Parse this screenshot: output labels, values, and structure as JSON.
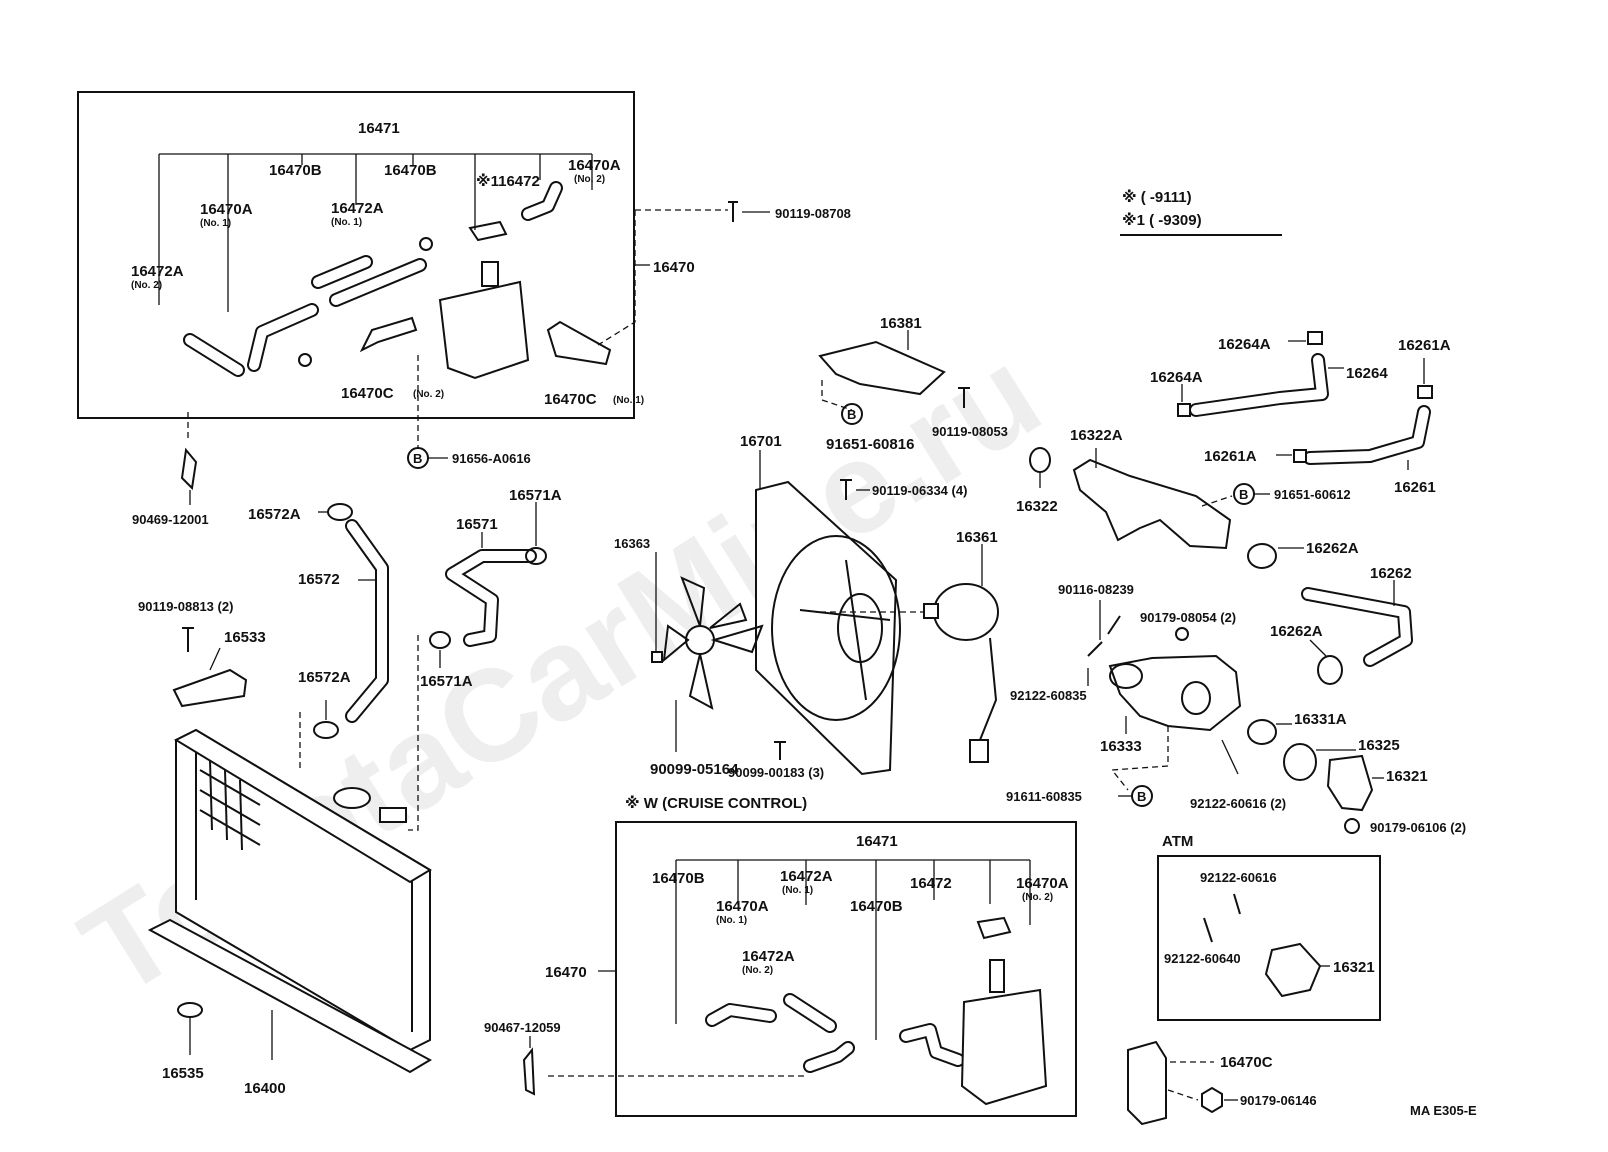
{
  "watermark": "ToyotaCarMine.ru",
  "legend": {
    "row1": "※ (       -9111)",
    "row2": "※1 (       -9309)"
  },
  "drawing_code": "MA E305-E",
  "sections": {
    "cruise_control": "※ W (CRUISE CONTROL)",
    "atm": "ATM"
  },
  "ref_mark": "B",
  "labels": [
    {
      "id": "p16471-top",
      "text": "16471"
    },
    {
      "id": "p16470b-1",
      "text": "16470B"
    },
    {
      "id": "p16470b-2",
      "text": "16470B"
    },
    {
      "id": "p116472",
      "text": "※116472"
    },
    {
      "id": "p16470a-no2-top",
      "text": "16470A"
    },
    {
      "id": "n-no2-a",
      "text": "(No. 2)"
    },
    {
      "id": "p16470a-no1-top",
      "text": "16470A"
    },
    {
      "id": "n-no1-a",
      "text": "(No. 1)"
    },
    {
      "id": "p16472a-no1-top",
      "text": "16472A"
    },
    {
      "id": "n-no1-b",
      "text": "(No. 1)"
    },
    {
      "id": "p16472a-no2-top",
      "text": "16472A"
    },
    {
      "id": "n-no2-b",
      "text": "(No. 2)"
    },
    {
      "id": "p16470-top",
      "text": "16470"
    },
    {
      "id": "p16470c-no2",
      "text": "16470C"
    },
    {
      "id": "n-no2-c",
      "text": "(No. 2)"
    },
    {
      "id": "p16470c-no1",
      "text": "16470C"
    },
    {
      "id": "n-no1-c",
      "text": "(No. 1)"
    },
    {
      "id": "p90119-08708",
      "text": "90119-08708"
    },
    {
      "id": "p91656-a0616",
      "text": "91656-A0616"
    },
    {
      "id": "p90469-12001",
      "text": "90469-12001"
    },
    {
      "id": "p16572a-1",
      "text": "16572A"
    },
    {
      "id": "p16572",
      "text": "16572"
    },
    {
      "id": "p16571a-1",
      "text": "16571A"
    },
    {
      "id": "p16571",
      "text": "16571"
    },
    {
      "id": "p16571a-2",
      "text": "16571A"
    },
    {
      "id": "p16572a-2",
      "text": "16572A"
    },
    {
      "id": "p90119-08813",
      "text": "90119-08813 (2)"
    },
    {
      "id": "p16533",
      "text": "16533"
    },
    {
      "id": "p16535",
      "text": "16535"
    },
    {
      "id": "p16400",
      "text": "16400"
    },
    {
      "id": "p16381",
      "text": "16381"
    },
    {
      "id": "p90119-08053",
      "text": "90119-08053"
    },
    {
      "id": "p16701",
      "text": "16701"
    },
    {
      "id": "p91651-60816",
      "text": "91651-60816"
    },
    {
      "id": "p90119-06334",
      "text": "90119-06334 (4)"
    },
    {
      "id": "p90099-05164",
      "text": "90099-05164"
    },
    {
      "id": "p16363",
      "text": "16363"
    },
    {
      "id": "p16361",
      "text": "16361"
    },
    {
      "id": "p90099-00183",
      "text": "90099-00183 (3)"
    },
    {
      "id": "p16322",
      "text": "16322"
    },
    {
      "id": "p16322a",
      "text": "16322A"
    },
    {
      "id": "p16264a-1",
      "text": "16264A"
    },
    {
      "id": "p16264a-2",
      "text": "16264A"
    },
    {
      "id": "p16264",
      "text": "16264"
    },
    {
      "id": "p16261a-1",
      "text": "16261A"
    },
    {
      "id": "p16261a-2",
      "text": "16261A"
    },
    {
      "id": "p16261",
      "text": "16261"
    },
    {
      "id": "p91651-60612",
      "text": "91651-60612"
    },
    {
      "id": "p16262a-1",
      "text": "16262A"
    },
    {
      "id": "p16262",
      "text": "16262"
    },
    {
      "id": "p16262a-2",
      "text": "16262A"
    },
    {
      "id": "p90116-08239",
      "text": "90116-08239"
    },
    {
      "id": "p90179-08054",
      "text": "90179-08054 (2)"
    },
    {
      "id": "p92122-60835",
      "text": "92122-60835"
    },
    {
      "id": "p16333",
      "text": "16333"
    },
    {
      "id": "p16331a",
      "text": "16331A"
    },
    {
      "id": "p16325",
      "text": "16325"
    },
    {
      "id": "p16321-1",
      "text": "16321"
    },
    {
      "id": "p91611-60835",
      "text": "91611-60835"
    },
    {
      "id": "p92122-60616-1",
      "text": "92122-60616 (2)"
    },
    {
      "id": "p90179-06106",
      "text": "90179-06106 (2)"
    },
    {
      "id": "p16471-cc",
      "text": "16471"
    },
    {
      "id": "p16470b-cc1",
      "text": "16470B"
    },
    {
      "id": "p16472a-cc1",
      "text": "16472A"
    },
    {
      "id": "n-no1-cc1",
      "text": "(No. 1)"
    },
    {
      "id": "p16470a-cc1",
      "text": "16470A"
    },
    {
      "id": "n-no1-cc2",
      "text": "(No. 1)"
    },
    {
      "id": "p16472a-cc2",
      "text": "16472A"
    },
    {
      "id": "n-no2-cc1",
      "text": "(No. 2)"
    },
    {
      "id": "p16470b-cc2",
      "text": "16470B"
    },
    {
      "id": "p16472-cc",
      "text": "16472"
    },
    {
      "id": "p16470a-cc2",
      "text": "16470A"
    },
    {
      "id": "n-no2-cc2",
      "text": "(No. 2)"
    },
    {
      "id": "p16470-cc",
      "text": "16470"
    },
    {
      "id": "p90467-12059",
      "text": "90467-12059"
    },
    {
      "id": "p92122-60616-2",
      "text": "92122-60616"
    },
    {
      "id": "p92122-60640",
      "text": "92122-60640"
    },
    {
      "id": "p16321-2",
      "text": "16321"
    },
    {
      "id": "p16470c-3",
      "text": "16470C"
    },
    {
      "id": "p90179-06146",
      "text": "90179-06146"
    }
  ]
}
